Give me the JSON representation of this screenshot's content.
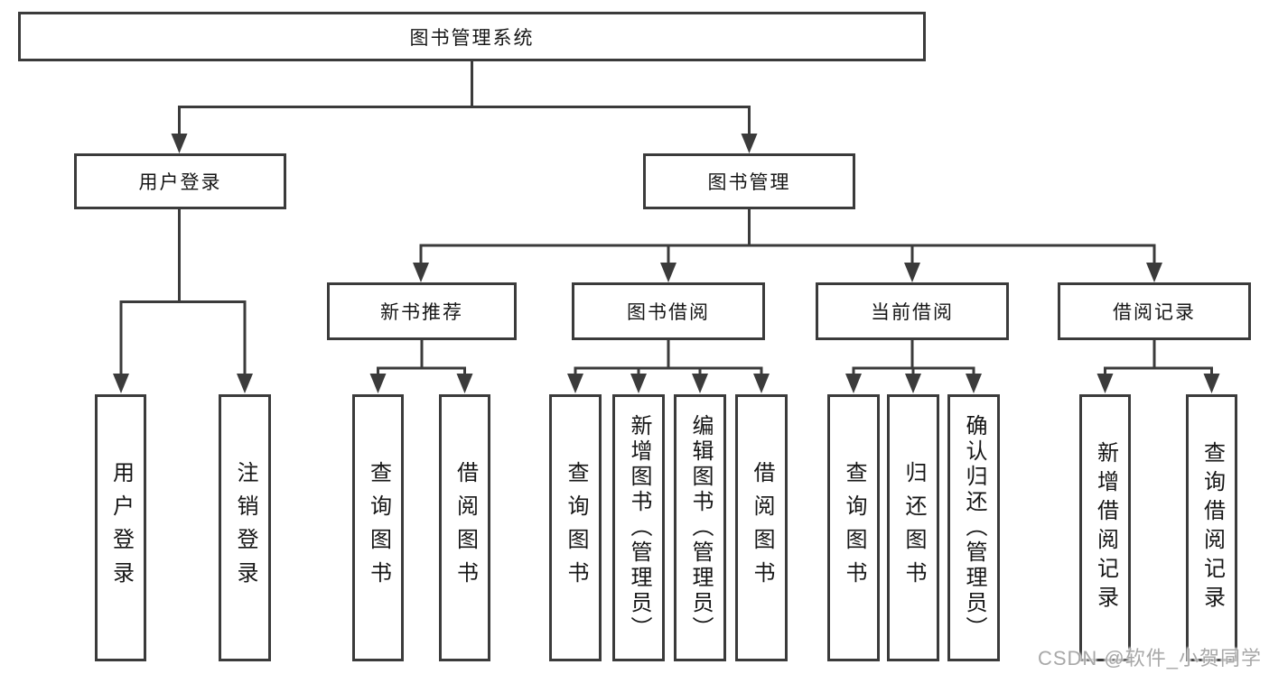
{
  "tree": {
    "root": {
      "label": "图书管理系统",
      "children": [
        {
          "label": "用户登录",
          "children": [
            {
              "label": "用户登录"
            },
            {
              "label": "注销登录"
            }
          ]
        },
        {
          "label": "图书管理",
          "children": [
            {
              "label": "新书推荐",
              "children": [
                {
                  "label": "查询图书"
                },
                {
                  "label": "借阅图书"
                }
              ]
            },
            {
              "label": "图书借阅",
              "children": [
                {
                  "label": "查询图书"
                },
                {
                  "label": "新增图书（管理员）"
                },
                {
                  "label": "编辑图书（管理员）"
                },
                {
                  "label": "借阅图书"
                }
              ]
            },
            {
              "label": "当前借阅",
              "children": [
                {
                  "label": "查询图书"
                },
                {
                  "label": "归还图书"
                },
                {
                  "label": "确认归还（管理员）"
                }
              ]
            },
            {
              "label": "借阅记录",
              "children": [
                {
                  "label": "新增借阅记录"
                },
                {
                  "label": "查询借阅记录"
                }
              ]
            }
          ]
        }
      ]
    }
  },
  "watermark": {
    "text": "CSDN @软件_小贺同学"
  },
  "colors": {
    "line": "#3b3b3b",
    "border": "#3b3b3b",
    "text": "#161616",
    "watermark_text": "#a8a8a8",
    "background": "#ffffff"
  }
}
